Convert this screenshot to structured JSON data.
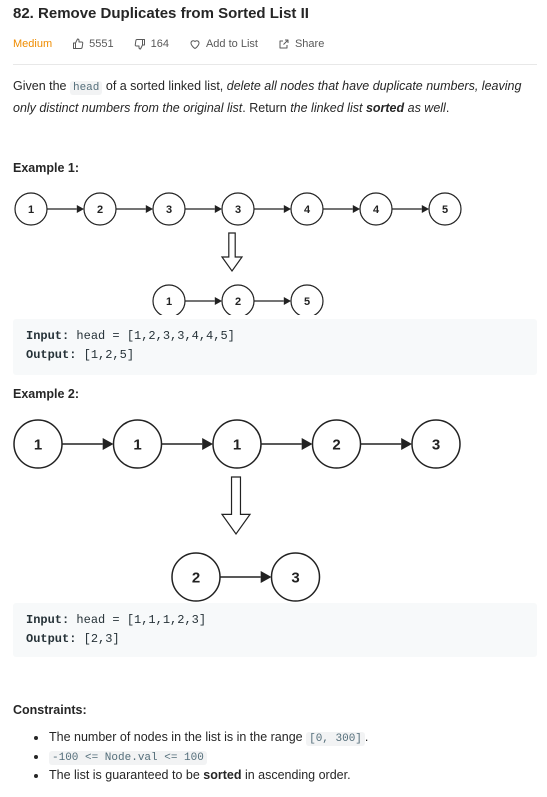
{
  "problem": {
    "title": "82. Remove Duplicates from Sorted List II",
    "difficulty": "Medium",
    "difficulty_color": "#ef8c00",
    "likes": "5551",
    "dislikes": "164",
    "add_to_list": "Add to List",
    "share": "Share"
  },
  "description": {
    "p1": "Given the ",
    "code_head": "head",
    "p2": " of a sorted linked list, ",
    "em1": "delete all nodes that have duplicate numbers, leaving only distinct numbers from the original list",
    "p3": ". Return ",
    "em2": "the linked list ",
    "strong1": "sorted",
    "em3": " as well",
    "p4": "."
  },
  "examples": [
    {
      "title": "Example 1:",
      "input_label": "Input:",
      "input_value": " head = [1,2,3,3,4,4,5]",
      "output_label": "Output:",
      "output_value": " [1,2,5]",
      "before": [
        "1",
        "2",
        "3",
        "3",
        "4",
        "4",
        "5"
      ],
      "after": [
        "1",
        "2",
        "5"
      ]
    },
    {
      "title": "Example 2:",
      "input_label": "Input:",
      "input_value": " head = [1,1,1,2,3]",
      "output_label": "Output:",
      "output_value": " [2,3]",
      "before": [
        "1",
        "1",
        "1",
        "2",
        "3"
      ],
      "after": [
        "2",
        "3"
      ]
    }
  ],
  "constraints": {
    "title": "Constraints:",
    "c1_pre": "The number of nodes in the list is in the range ",
    "c1_code": "[0, 300]",
    "c1_post": ".",
    "c2_code": "-100 <= Node.val <= 100",
    "c3_pre": "The list is guaranteed to be ",
    "c3_strong": "sorted",
    "c3_post": " in ascending order."
  },
  "colors": {
    "duplicate_fill": "#ececec",
    "code_background": "#f7f9fa"
  }
}
